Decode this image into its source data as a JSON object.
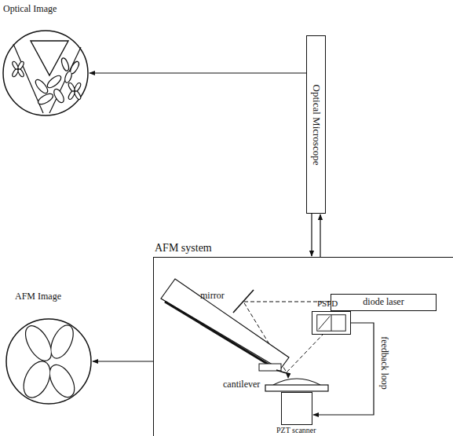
{
  "diagram": {
    "nodes": [
      {
        "text": [
          "Optical Image"
        ]
      },
      {
        "text": [
          "Optical Microscope"
        ]
      },
      {
        "text": [
          "AFM system"
        ]
      },
      {
        "text": [
          "diode laser"
        ],
        "in": 2
      },
      {
        "text": [
          "PSPD"
        ],
        "in": 2
      },
      {
        "text": [
          "PZT scanner"
        ],
        "in": 2
      },
      {
        "text": [
          "AFM Image"
        ]
      }
    ],
    "edges": [
      {
        "from": 1,
        "to": 0,
        "arrow": "to"
      },
      {
        "from": 1,
        "to": 2,
        "arrow": "to"
      },
      {
        "from": 2,
        "to": 1,
        "arrow": "to"
      },
      {
        "from": 2,
        "to": 6,
        "arrow": "to"
      },
      {
        "from": 4,
        "to": 5,
        "label": "feedback loop",
        "arrow": "to"
      }
    ],
    "labels": [
      "mirror",
      "cantilever"
    ]
  }
}
